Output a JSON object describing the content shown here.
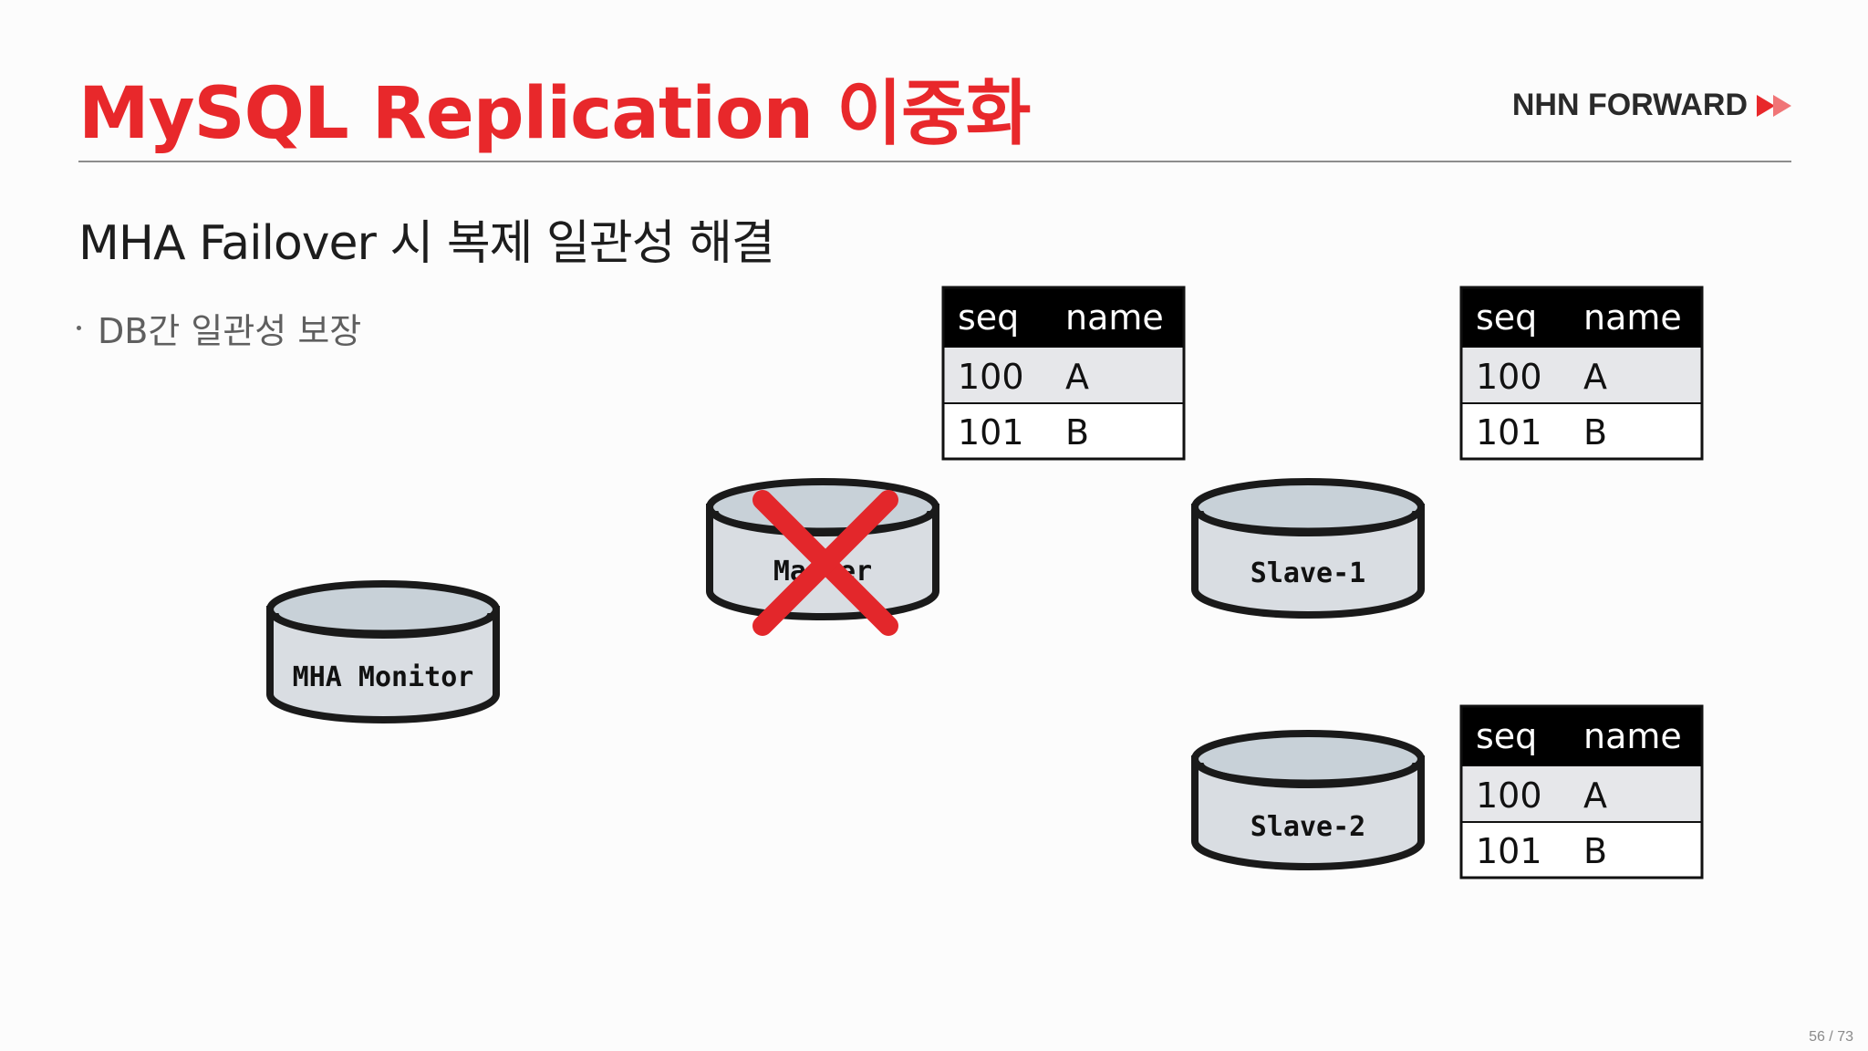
{
  "slide": {
    "title": "MySQL Replication 이중화",
    "brand": "NHN FORWARD",
    "subtitle": "MHA Failover 시 복제 일관성 해결",
    "bullet": "DB간 일관성 보장",
    "page_number": "56 / 73"
  },
  "diagram": {
    "nodes": {
      "monitor": "MHA Monitor",
      "master": "Master",
      "slave1": "Slave-1",
      "slave2": "Slave-2"
    },
    "master_status": "failed",
    "tables": {
      "columns": [
        "seq",
        "name"
      ],
      "table1": [
        [
          "100",
          "A"
        ],
        [
          "101",
          "B"
        ]
      ],
      "table2": [
        [
          "100",
          "A"
        ],
        [
          "101",
          "B"
        ]
      ],
      "table3": [
        [
          "100",
          "A"
        ],
        [
          "101",
          "B"
        ]
      ]
    }
  },
  "colors": {
    "accent": "#e8282b",
    "cylinder_fill": "#d9dde2",
    "cylinder_top": "#c8d1d8",
    "table_header": "#000000",
    "table_row_shaded": "#e6e7ea"
  }
}
